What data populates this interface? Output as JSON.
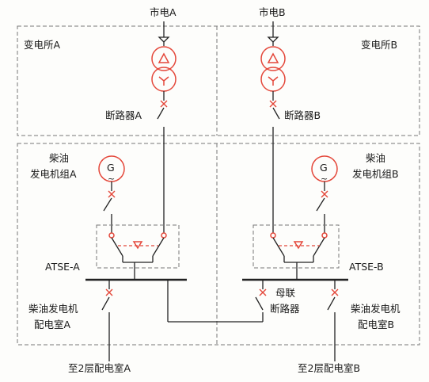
{
  "sources": {
    "utility_a": "市电A",
    "utility_b": "市电B"
  },
  "areas": {
    "substation_a": "变电所A",
    "substation_b": "变电所B"
  },
  "breakers": {
    "breaker_a": "断路器A",
    "breaker_b": "断路器B"
  },
  "generators": {
    "gen_a_line1": "柴油",
    "gen_a_line2": "发电机组A",
    "gen_b_line1": "柴油",
    "gen_b_line2": "发电机组B",
    "symbol": "G",
    "wave": "~"
  },
  "atse": {
    "a": "ATSE-A",
    "b": "ATSE-B"
  },
  "tie_breaker": {
    "line1": "母联",
    "line2": "断路器"
  },
  "rooms": {
    "a_line1": "柴油发电机",
    "a_line2": "配电室A",
    "b_line1": "柴油发电机",
    "b_line2": "配电室B"
  },
  "outputs": {
    "a": "至2层配电室A",
    "b": "至2层配电室B"
  },
  "colors": {
    "line": "#222222",
    "symbol_red": "#e4473a",
    "frame": "#777777"
  }
}
